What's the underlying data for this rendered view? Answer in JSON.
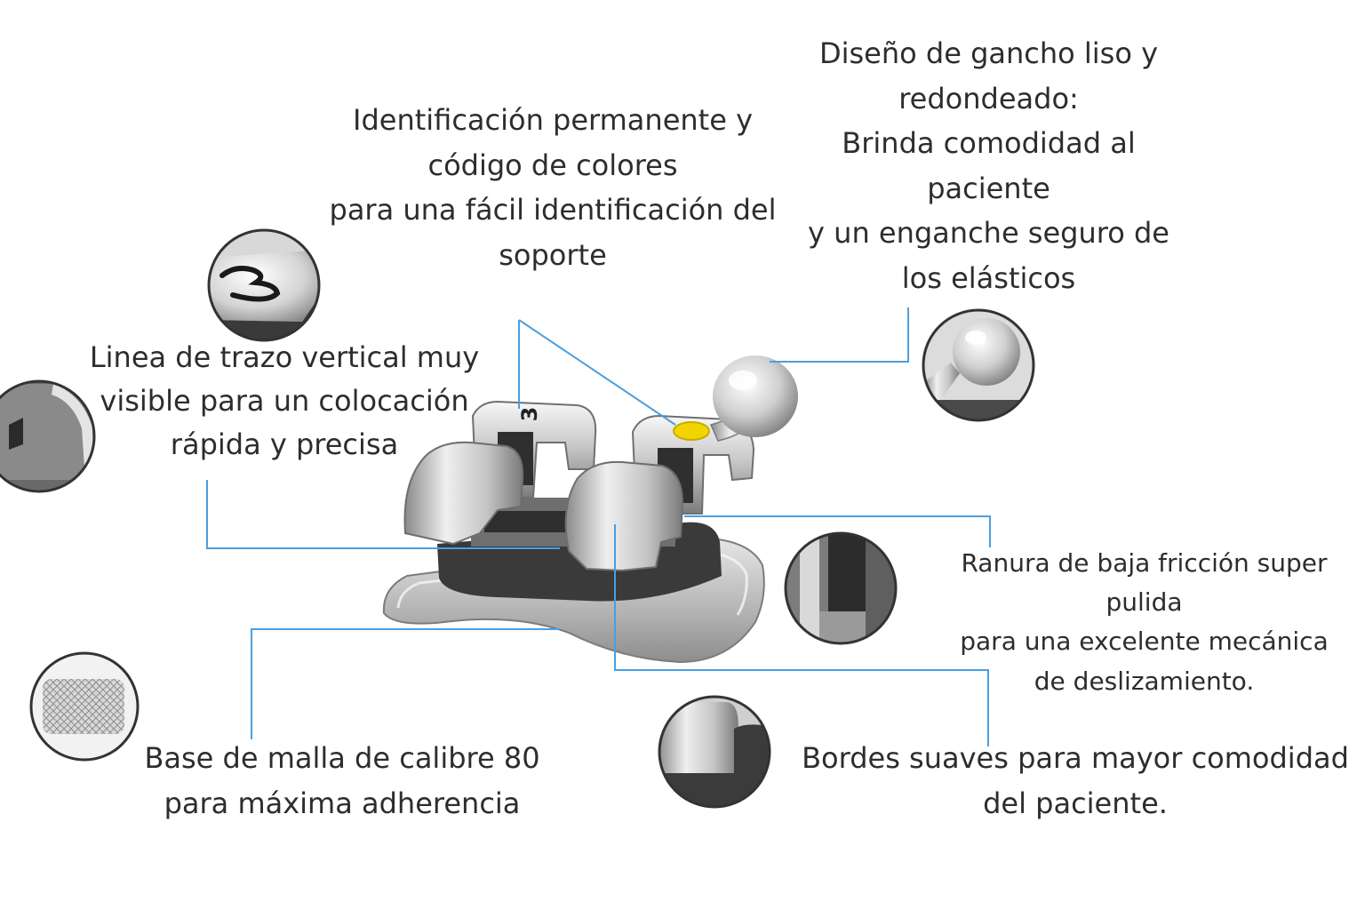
{
  "colors": {
    "leader_line": "#4a9fe0",
    "metal_light": "#eeeeee",
    "metal_mid": "#b9b9b9",
    "metal_dark": "#5e5e5e",
    "base_dark": "#3a3a3a",
    "indicator_dot": "#f2d500",
    "zoom_circle_border": "#333333"
  },
  "callouts": {
    "identification": [
      "Identificación permanente y",
      "código de colores",
      "para una fácil identificación del",
      "soporte"
    ],
    "hook": [
      "Diseño de gancho liso y",
      "redondeado:",
      "Brinda comodidad al",
      "paciente",
      "y un enganche seguro de",
      "los elásticos"
    ],
    "vertical_line": [
      "Linea de trazo vertical muy",
      "visible para un colocación",
      "rápida y precisa"
    ],
    "slot": [
      "Ranura de baja fricción super",
      "pulida",
      "para una excelente mecánica",
      "de deslizamiento."
    ],
    "mesh_base": [
      "Base de malla de calibre 80",
      "para máxima adherencia"
    ],
    "edges": [
      "Bordes suaves para mayor comodidad",
      "del paciente."
    ]
  },
  "bracket": {
    "id_number": "3"
  },
  "zoom_icons": [
    "numeral-zoom-icon",
    "hook-zoom-icon",
    "vertical-line-zoom-icon",
    "slot-zoom-icon",
    "mesh-zoom-icon",
    "edge-zoom-icon"
  ]
}
